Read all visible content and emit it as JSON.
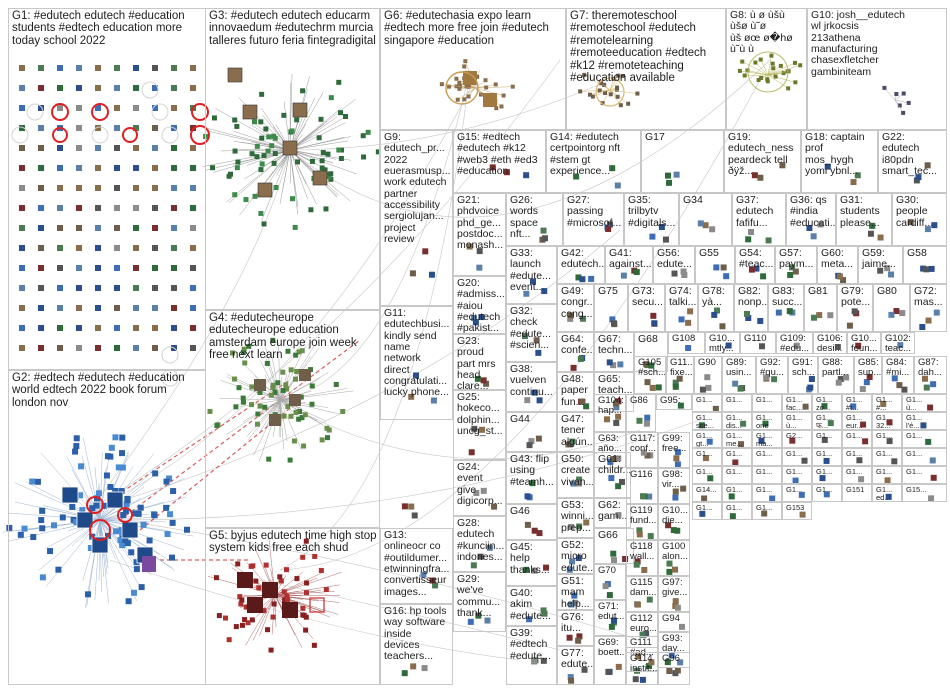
{
  "groups": [
    {
      "id": "g1",
      "text": "G1: #edutech edutech #education\nstudents #edtech education more\ntoday school 2022"
    },
    {
      "id": "g2",
      "text": "G2: #edtech #edutech #education\nworld edtech 2022 book forum\nlondon nov"
    },
    {
      "id": "g3",
      "text": "G3: #edutech edutech educarm\ninnovaedum #edutechrm murcia\ntalleres futuro feria fintegradigital"
    },
    {
      "id": "g4",
      "text": "G4: #edutecheurope\nedutecheurope education\namsterdam europe join week\nfree next learn"
    },
    {
      "id": "g5",
      "text": "G5: byjus edutech time high stop\nsystem kids free each shud"
    },
    {
      "id": "g6",
      "text": "G6: #edutechasia expo learn\n#edtech more free join #edutech\nsingapore #education"
    },
    {
      "id": "g7",
      "text": "G7: theremoteschool\n#remoteschool #edutech\n#remotelearning\n#remoteeducation #edtech\n#k12 #remoteteaching\n#education available"
    },
    {
      "id": "g8",
      "text": "G8: ù ø ùšù ùšø ù˜ø\nùš øœ ø�hø ù˜ù ù"
    },
    {
      "id": "g10",
      "text": "G10: josh__edutech\nwl jrkocsis\n213athena\nmanufacturing\nchasexfletcher\ngambiniteam"
    },
    {
      "id": "g9",
      "text": "G9:\nedutech_pr...\n2022\neuerasmusp...\nwork edutech\npartner\naccessibility\nsergiolujan...\nproject\nreview"
    },
    {
      "id": "g15",
      "text": "G15: #edtech\n#edutech #k12\n#web3 #eth #ed3\n#education"
    },
    {
      "id": "g14",
      "text": "G14: #edutech\ncertpointorg nft\n#stem gt\nexperience..."
    },
    {
      "id": "g17",
      "text": "G17"
    },
    {
      "id": "g19",
      "text": "G19:\nedutech_ness\npeardeck tell\nðÿž..."
    },
    {
      "id": "g18",
      "text": "G18: captain\nprof\nmos_hygh\nyomi ybnl..."
    },
    {
      "id": "g22",
      "text": "G22:\nedutech\ni80pdn\nsmart_tec..."
    },
    {
      "id": "g21",
      "text": "G21:\nphdvoice\nphd_ge...\npostdoc...\nmonash..."
    },
    {
      "id": "g26",
      "text": "G26:\nwords\nspace nft..."
    },
    {
      "id": "g27",
      "text": "G27:\npassing\n#microsof..."
    },
    {
      "id": "g35",
      "text": "G35:\ntrilbytv\n#digitals..."
    },
    {
      "id": "g34",
      "text": "G34"
    },
    {
      "id": "g37",
      "text": "G37:\nedutech\nfafifu..."
    },
    {
      "id": "g36",
      "text": "G36: qs\n#india\n#educati..."
    },
    {
      "id": "g31",
      "text": "G31:\nstudents\nplease..."
    },
    {
      "id": "g30",
      "text": "G30:\npeople\ncardiff..."
    },
    {
      "id": "g33",
      "text": "G33:\nlaunch\n#edute...\nevent..."
    },
    {
      "id": "g42",
      "text": "G42:\nedutech..."
    },
    {
      "id": "g41",
      "text": "G41:\nagainst..."
    },
    {
      "id": "g56",
      "text": "G56:\nedute..."
    },
    {
      "id": "g55",
      "text": "G55"
    },
    {
      "id": "g54",
      "text": "G54:\n#teac..."
    },
    {
      "id": "g57",
      "text": "G57:\npaym..."
    },
    {
      "id": "g60",
      "text": "G60:\nmeta..."
    },
    {
      "id": "g59",
      "text": "G59:\njaime..."
    },
    {
      "id": "g58",
      "text": "G58"
    },
    {
      "id": "g20",
      "text": "G20:\n#admiss...\n#aiou\n#edutech\n#pakist..."
    },
    {
      "id": "g49",
      "text": "G49:\ncongr...\ncong..."
    },
    {
      "id": "g75",
      "text": "G75"
    },
    {
      "id": "g73",
      "text": "G73:\nsecu..."
    },
    {
      "id": "g74",
      "text": "G74:\ntalki..."
    },
    {
      "id": "g78",
      "text": "G78:\nyà..."
    },
    {
      "id": "g82",
      "text": "G82:\nnonp..."
    },
    {
      "id": "g83",
      "text": "G83:\nsucc..."
    },
    {
      "id": "g81",
      "text": "G81"
    },
    {
      "id": "g79",
      "text": "G79:\npote..."
    },
    {
      "id": "g80",
      "text": "G80"
    },
    {
      "id": "g72",
      "text": "G72:\nmas..."
    },
    {
      "id": "g11",
      "text": "G11:\nedutechbusi...\nkindly send\nname\nnetwork\ndirect\ncongratulati...\nlucky phone..."
    },
    {
      "id": "g32",
      "text": "G32:\ncheck\n#edute...\n#scien..."
    },
    {
      "id": "g64",
      "text": "G64:\nconfe..."
    },
    {
      "id": "g67",
      "text": "G67:\ntechn..."
    },
    {
      "id": "g68",
      "text": "G68"
    },
    {
      "id": "g108",
      "text": "G108"
    },
    {
      "id": "g103",
      "text": "G10...\nmtly..."
    },
    {
      "id": "g110",
      "text": "G110"
    },
    {
      "id": "g109",
      "text": "G109:\n#edu..."
    },
    {
      "id": "g106",
      "text": "G106:\ndesi..."
    },
    {
      "id": "g10x",
      "text": "G10...\nfoun..."
    },
    {
      "id": "g102",
      "text": "G102:\nteac..."
    },
    {
      "id": "g48",
      "text": "G48:\npaper\nfun..."
    },
    {
      "id": "g65",
      "text": "G65:\nteach..."
    },
    {
      "id": "g105",
      "text": "G105\n#sch..."
    },
    {
      "id": "g11x",
      "text": "G11...\nfixe..."
    },
    {
      "id": "g90",
      "text": "G90"
    },
    {
      "id": "g89",
      "text": "G89:\nusin..."
    },
    {
      "id": "g92",
      "text": "G92:\n#qu..."
    },
    {
      "id": "g91",
      "text": "G91:\nsch..."
    },
    {
      "id": "g88",
      "text": "G88:\npartl..."
    },
    {
      "id": "g85",
      "text": "G85:\nsup..."
    },
    {
      "id": "g84",
      "text": "G84:\n#mi..."
    },
    {
      "id": "g87",
      "text": "G87:\ndah..."
    },
    {
      "id": "g23",
      "text": "G23:\nproud\npart mrs\nhead\nclare..."
    },
    {
      "id": "g38",
      "text": "G38:\nvuelven\ncontinu..."
    },
    {
      "id": "g47",
      "text": "G47:\ntener\nalgún..."
    },
    {
      "id": "g104",
      "text": "G104:\nhap..."
    },
    {
      "id": "g86",
      "text": "G86"
    },
    {
      "id": "g95",
      "text": "G95:"
    },
    {
      "id": "g25",
      "text": "G25:\nhokeco...\ndolphin...\nuncg_st..."
    },
    {
      "id": "g44",
      "text": "G44"
    },
    {
      "id": "g63",
      "text": "G63:\naño..."
    },
    {
      "id": "g117",
      "text": "G117:\nconf..."
    },
    {
      "id": "g99",
      "text": "G99:\nfree..."
    },
    {
      "id": "g50",
      "text": "G50:\ncreate\nvivan..."
    },
    {
      "id": "g61",
      "text": "G61:\nchildr..."
    },
    {
      "id": "g116",
      "text": "G116"
    },
    {
      "id": "g98",
      "text": "G98:\nvir..."
    },
    {
      "id": "g43",
      "text": "G43: flip\nusing\n#teamh..."
    },
    {
      "id": "g53",
      "text": "G53:\nwinni...\nprep..."
    },
    {
      "id": "g62",
      "text": "G62:\ngam..."
    },
    {
      "id": "g119",
      "text": "G119\nfund..."
    },
    {
      "id": "g10y",
      "text": "G10...\ndie..."
    },
    {
      "id": "g24",
      "text": "G24:\nevent\ngive\ndigicorp..."
    },
    {
      "id": "g46",
      "text": "G46"
    },
    {
      "id": "g52",
      "text": "G52:\nmicro\nedute..."
    },
    {
      "id": "g66",
      "text": "G66"
    },
    {
      "id": "g118",
      "text": "G118\nwall..."
    },
    {
      "id": "g100",
      "text": "G100\nalon..."
    },
    {
      "id": "g13",
      "text": "G13:\nonlineocr co\n#outildumer...\netwinningfra...\nconvertisseur\nimages..."
    },
    {
      "id": "g28",
      "text": "G28:\nedutech\n#kunciin...\nindones..."
    },
    {
      "id": "g45",
      "text": "G45:\nhelp\nthanks..."
    },
    {
      "id": "g51",
      "text": "G51:\nmam\nhelp..."
    },
    {
      "id": "g70",
      "text": "G70"
    },
    {
      "id": "g115",
      "text": "G115\ndam..."
    },
    {
      "id": "g97",
      "text": "G97:\ngive..."
    },
    {
      "id": "g40",
      "text": "G40:\nakim\n#edute..."
    },
    {
      "id": "g76",
      "text": "G76:\nitu..."
    },
    {
      "id": "g71",
      "text": "G71:\nedut..."
    },
    {
      "id": "g112",
      "text": "G112\neuro..."
    },
    {
      "id": "g94",
      "text": "G94"
    },
    {
      "id": "g16",
      "text": "G16: hp tools\nway software\ninside\ndevices\nteachers..."
    },
    {
      "id": "g29",
      "text": "G29:\nwe've\ncommu...\nthank..."
    },
    {
      "id": "g39",
      "text": "G39:\n#edtech\n#edute..."
    },
    {
      "id": "g77",
      "text": "G77:\nedute..."
    },
    {
      "id": "g69",
      "text": "G69:\nboett..."
    },
    {
      "id": "g111",
      "text": "G111\n#ad..."
    },
    {
      "id": "g93",
      "text": "G93:\nday..."
    },
    {
      "id": "g114",
      "text": "G114\ninstit..."
    },
    {
      "id": "g96",
      "text": "G96"
    },
    {
      "id": "gs1",
      "text": "G1..."
    },
    {
      "id": "gs2",
      "text": "G1..."
    },
    {
      "id": "gs3",
      "text": "G1..."
    },
    {
      "id": "gs4",
      "text": "G1...\nfac..."
    },
    {
      "id": "gs5",
      "text": "G1...\nzo..."
    },
    {
      "id": "gs6",
      "text": "G1...\n#t..."
    },
    {
      "id": "gs7",
      "text": "G1...\n#..."
    },
    {
      "id": "gs8",
      "text": "G1...\nù..."
    },
    {
      "id": "gs9",
      "text": "G1...\nsce..."
    },
    {
      "id": "gs10",
      "text": "G1...\ndis..."
    },
    {
      "id": "gs11",
      "text": "G1...\none"
    },
    {
      "id": "gs12",
      "text": "G1...\nù..."
    },
    {
      "id": "gs13",
      "text": "G1...\nफ..."
    },
    {
      "id": "gs14",
      "text": "G1...\neur..."
    },
    {
      "id": "gs15",
      "text": "G1...\n32..."
    },
    {
      "id": "gs16",
      "text": "G1...\nl'é..."
    },
    {
      "id": "gs17",
      "text": "G1...\ngt..."
    },
    {
      "id": "gs18",
      "text": "G1...\nme..."
    },
    {
      "id": "gs19",
      "text": "G1...\nma..."
    },
    {
      "id": "gs20",
      "text": "G2..."
    },
    {
      "id": "gs21",
      "text": "G1..."
    },
    {
      "id": "gs22",
      "text": "G1..."
    },
    {
      "id": "gs23",
      "text": "G1..."
    },
    {
      "id": "gs24",
      "text": "G1..."
    },
    {
      "id": "gs25",
      "text": "G1..."
    },
    {
      "id": "gs26",
      "text": "G1..."
    },
    {
      "id": "gs27",
      "text": "G1..."
    },
    {
      "id": "gs28",
      "text": "G1..."
    },
    {
      "id": "gs29",
      "text": "G1..."
    },
    {
      "id": "gs30",
      "text": "G1..."
    },
    {
      "id": "gs31",
      "text": "G1..."
    },
    {
      "id": "gs32",
      "text": "G1..."
    },
    {
      "id": "gs33",
      "text": "G1..."
    },
    {
      "id": "gs34",
      "text": "G1..."
    },
    {
      "id": "gs35",
      "text": "G1..."
    },
    {
      "id": "gs36",
      "text": "G1..."
    },
    {
      "id": "gs37",
      "text": "G1..."
    },
    {
      "id": "gs38",
      "text": "G1..."
    },
    {
      "id": "gs39",
      "text": "G1..."
    },
    {
      "id": "gs40",
      "text": "G1..."
    },
    {
      "id": "gs41",
      "text": "G14..."
    },
    {
      "id": "gs42",
      "text": "G1..."
    },
    {
      "id": "gs43",
      "text": "G1..."
    },
    {
      "id": "gs44",
      "text": "G1..."
    },
    {
      "id": "gs45",
      "text": "G1..."
    },
    {
      "id": "gs46",
      "text": "G151"
    },
    {
      "id": "gs47",
      "text": "G1...\ned..."
    },
    {
      "id": "gs48",
      "text": "G15..."
    },
    {
      "id": "gs49",
      "text": "G1..."
    },
    {
      "id": "gs50",
      "text": "G1..."
    },
    {
      "id": "gs51",
      "text": "G1..."
    },
    {
      "id": "gs52",
      "text": "G153"
    }
  ]
}
